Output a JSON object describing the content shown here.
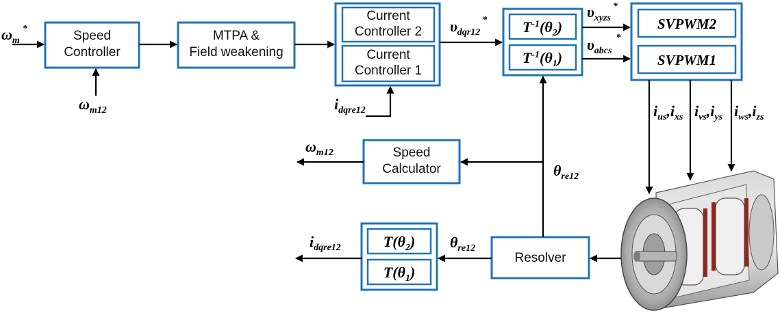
{
  "colors": {
    "block_border": "#1f73b7",
    "wire": "#000000",
    "text": "#111111"
  },
  "blocks": {
    "speed_controller": [
      "Speed",
      "Controller"
    ],
    "mtpa": [
      "MTPA &",
      "Field weakening"
    ],
    "current_controller_2": [
      "Current",
      "Controller 2"
    ],
    "current_controller_1": [
      "Current",
      "Controller 1"
    ],
    "speed_calculator": [
      "Speed",
      "Calculator"
    ],
    "resolver": "Resolver",
    "svpwm2": "SVPWM2",
    "svpwm1": "SVPWM1"
  },
  "transforms": {
    "inv_t2": {
      "base": "T",
      "exp": "-1",
      "arg": "θ",
      "argsub": "2"
    },
    "inv_t1": {
      "base": "T",
      "exp": "-1",
      "arg": "θ",
      "argsub": "1"
    },
    "t2": {
      "base": "T",
      "arg": "θ",
      "argsub": "2"
    },
    "t1": {
      "base": "T",
      "arg": "θ",
      "argsub": "1"
    }
  },
  "signals": {
    "omega_ref": {
      "base": "ω",
      "sub": "m",
      "sup": "*"
    },
    "omega_m12_in": {
      "base": "ω",
      "sub": "m12"
    },
    "i_dqre12_in": {
      "base": "i",
      "sub": "dqre12"
    },
    "v_dqr12_ref": {
      "base": "υ",
      "sub": "dqr12",
      "sup": "*"
    },
    "v_xyzs_ref": {
      "base": "υ",
      "sub": "xyzs",
      "sup": "*"
    },
    "v_abcs_ref": {
      "base": "υ",
      "sub": "abcs",
      "sup": "*"
    },
    "omega_m12_out": {
      "base": "ω",
      "sub": "m12"
    },
    "theta_re12_up": {
      "base": "θ",
      "sub": "re12"
    },
    "theta_re12_left": {
      "base": "θ",
      "sub": "re12"
    },
    "i_dqre12_out": {
      "base": "i",
      "sub": "dqre12"
    },
    "i_us_xs": {
      "p1": "i",
      "s1": "us",
      "p2": "i",
      "s2": "xs"
    },
    "i_vs_ys": {
      "p1": "i",
      "s1": "vs",
      "p2": "i",
      "s2": "ys"
    },
    "i_ws_zs": {
      "p1": "i",
      "s1": "ws",
      "p2": "i",
      "s2": "zs"
    }
  },
  "images": {
    "motor": "motor-cutaway-image"
  }
}
